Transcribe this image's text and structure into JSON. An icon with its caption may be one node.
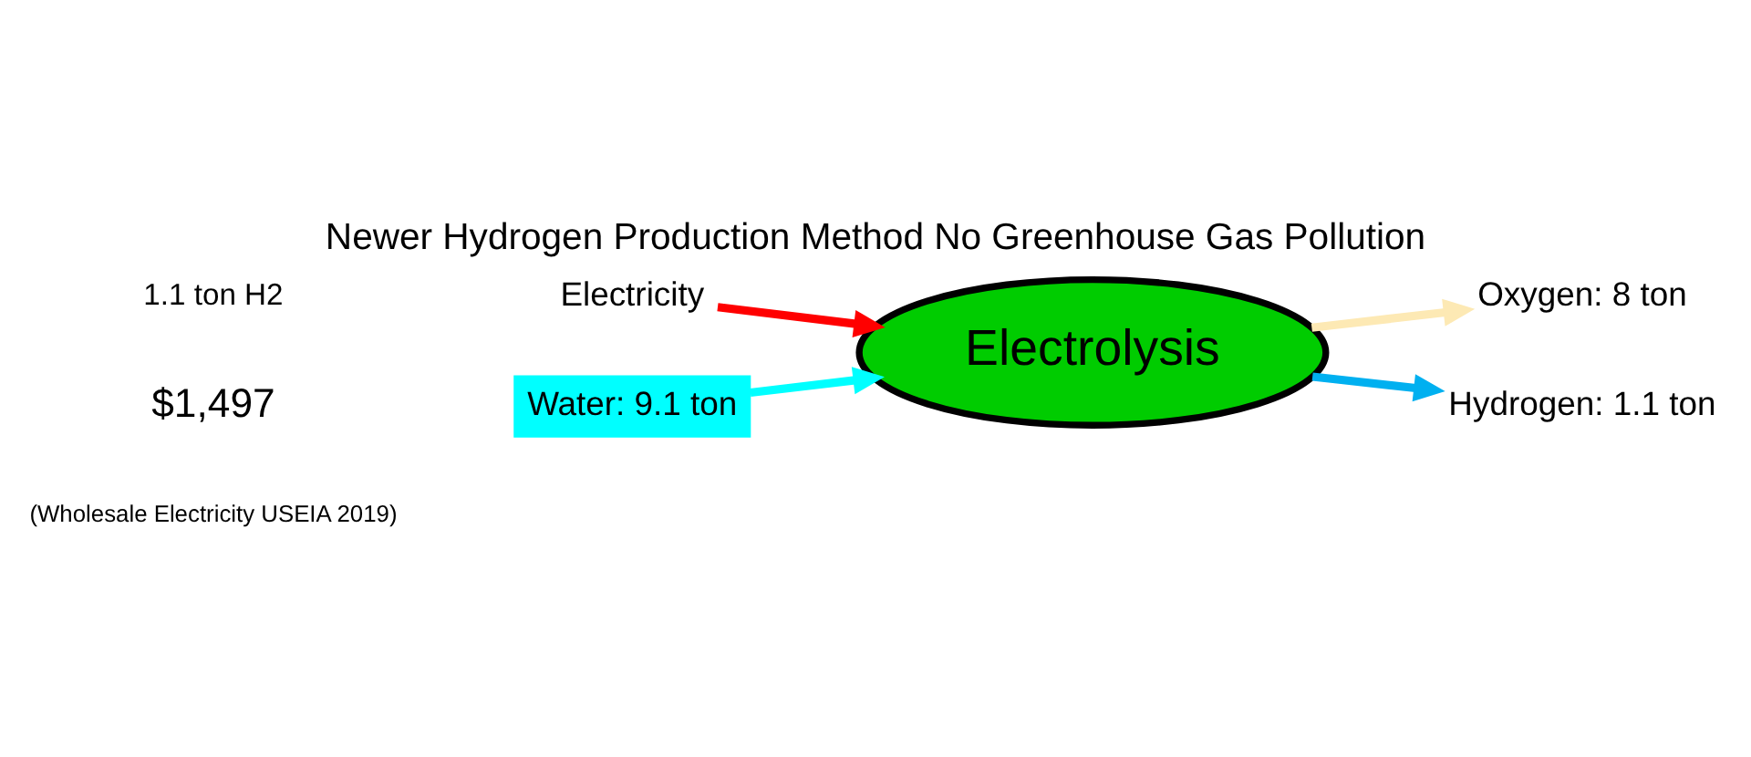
{
  "diagram": {
    "title": "Newer Hydrogen Production Method No Greenhouse Gas Pollution",
    "nodes": [
      {
        "text": [
          "Electricity"
        ]
      },
      {
        "text": [
          "Water: 9.1 ton"
        ]
      },
      {
        "text": [
          "Electrolysis"
        ]
      },
      {
        "text": [
          "Oxygen: 8 ton"
        ]
      },
      {
        "text": [
          "Hydrogen: 1.1 ton"
        ]
      }
    ],
    "edges": [
      {
        "from": 0,
        "to": 2,
        "arrow": "to",
        "color": "#ff0000"
      },
      {
        "from": 1,
        "to": 2,
        "arrow": "to",
        "color": "#00ffff"
      },
      {
        "from": 2,
        "to": 3,
        "arrow": "to",
        "color": "#fde9b4"
      },
      {
        "from": 2,
        "to": 4,
        "arrow": "to",
        "color": "#00b0f0"
      }
    ],
    "labels": [
      "1.1 ton H2",
      "$1,497",
      "(Wholesale Electricity USEIA 2019)"
    ]
  }
}
